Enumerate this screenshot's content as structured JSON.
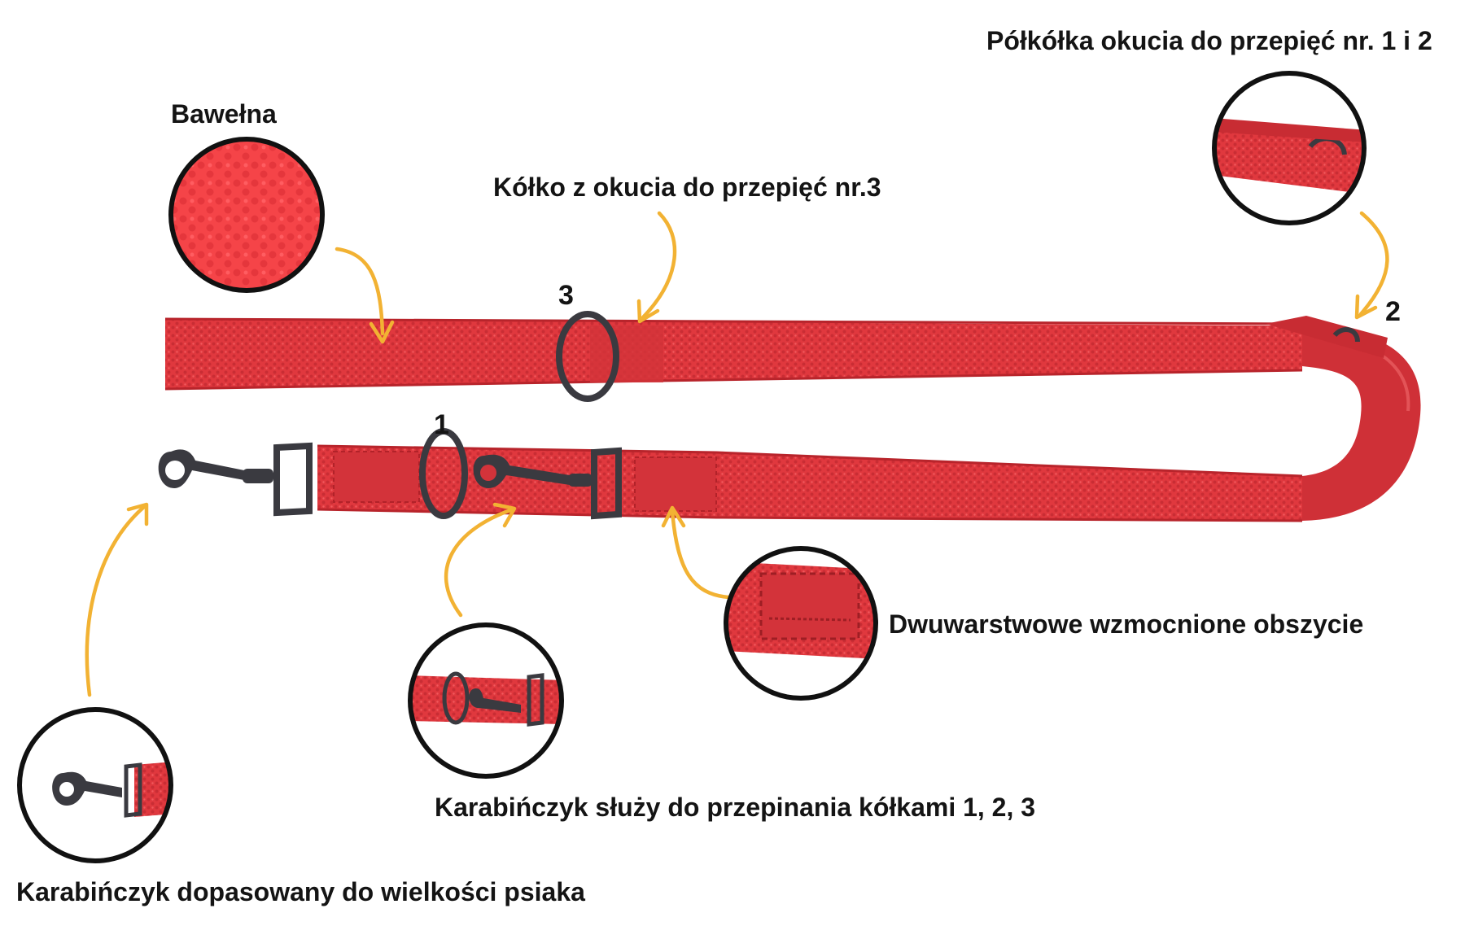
{
  "labels": {
    "cotton": "Bawełna",
    "ring3": "Kółko z okucia do przepięć nr.3",
    "halfring12": "Półkółka okucia do przepięć nr. 1 i 2",
    "stitching": "Dwuwarstwowe wzmocnione obszycie",
    "clip_switch": "Karabińczyk służy do przepinania kółkami 1, 2, 3",
    "clip_size": "Karabińczyk dopasowany do wielkości psiaka"
  },
  "ring_numbers": {
    "one": "1",
    "two": "2",
    "three": "3"
  },
  "colors": {
    "leash_red": "#e0383e",
    "leash_shadow": "#b8242b",
    "leash_highlight": "#f06a6d",
    "hardware": "#3a3a40",
    "arrow": "#f2b233",
    "callout_ring": "#111111",
    "text": "#141414"
  },
  "icons": [
    "leash",
    "snap-hook",
    "d-ring",
    "o-ring",
    "callout-arrow",
    "magnifier-circle"
  ]
}
